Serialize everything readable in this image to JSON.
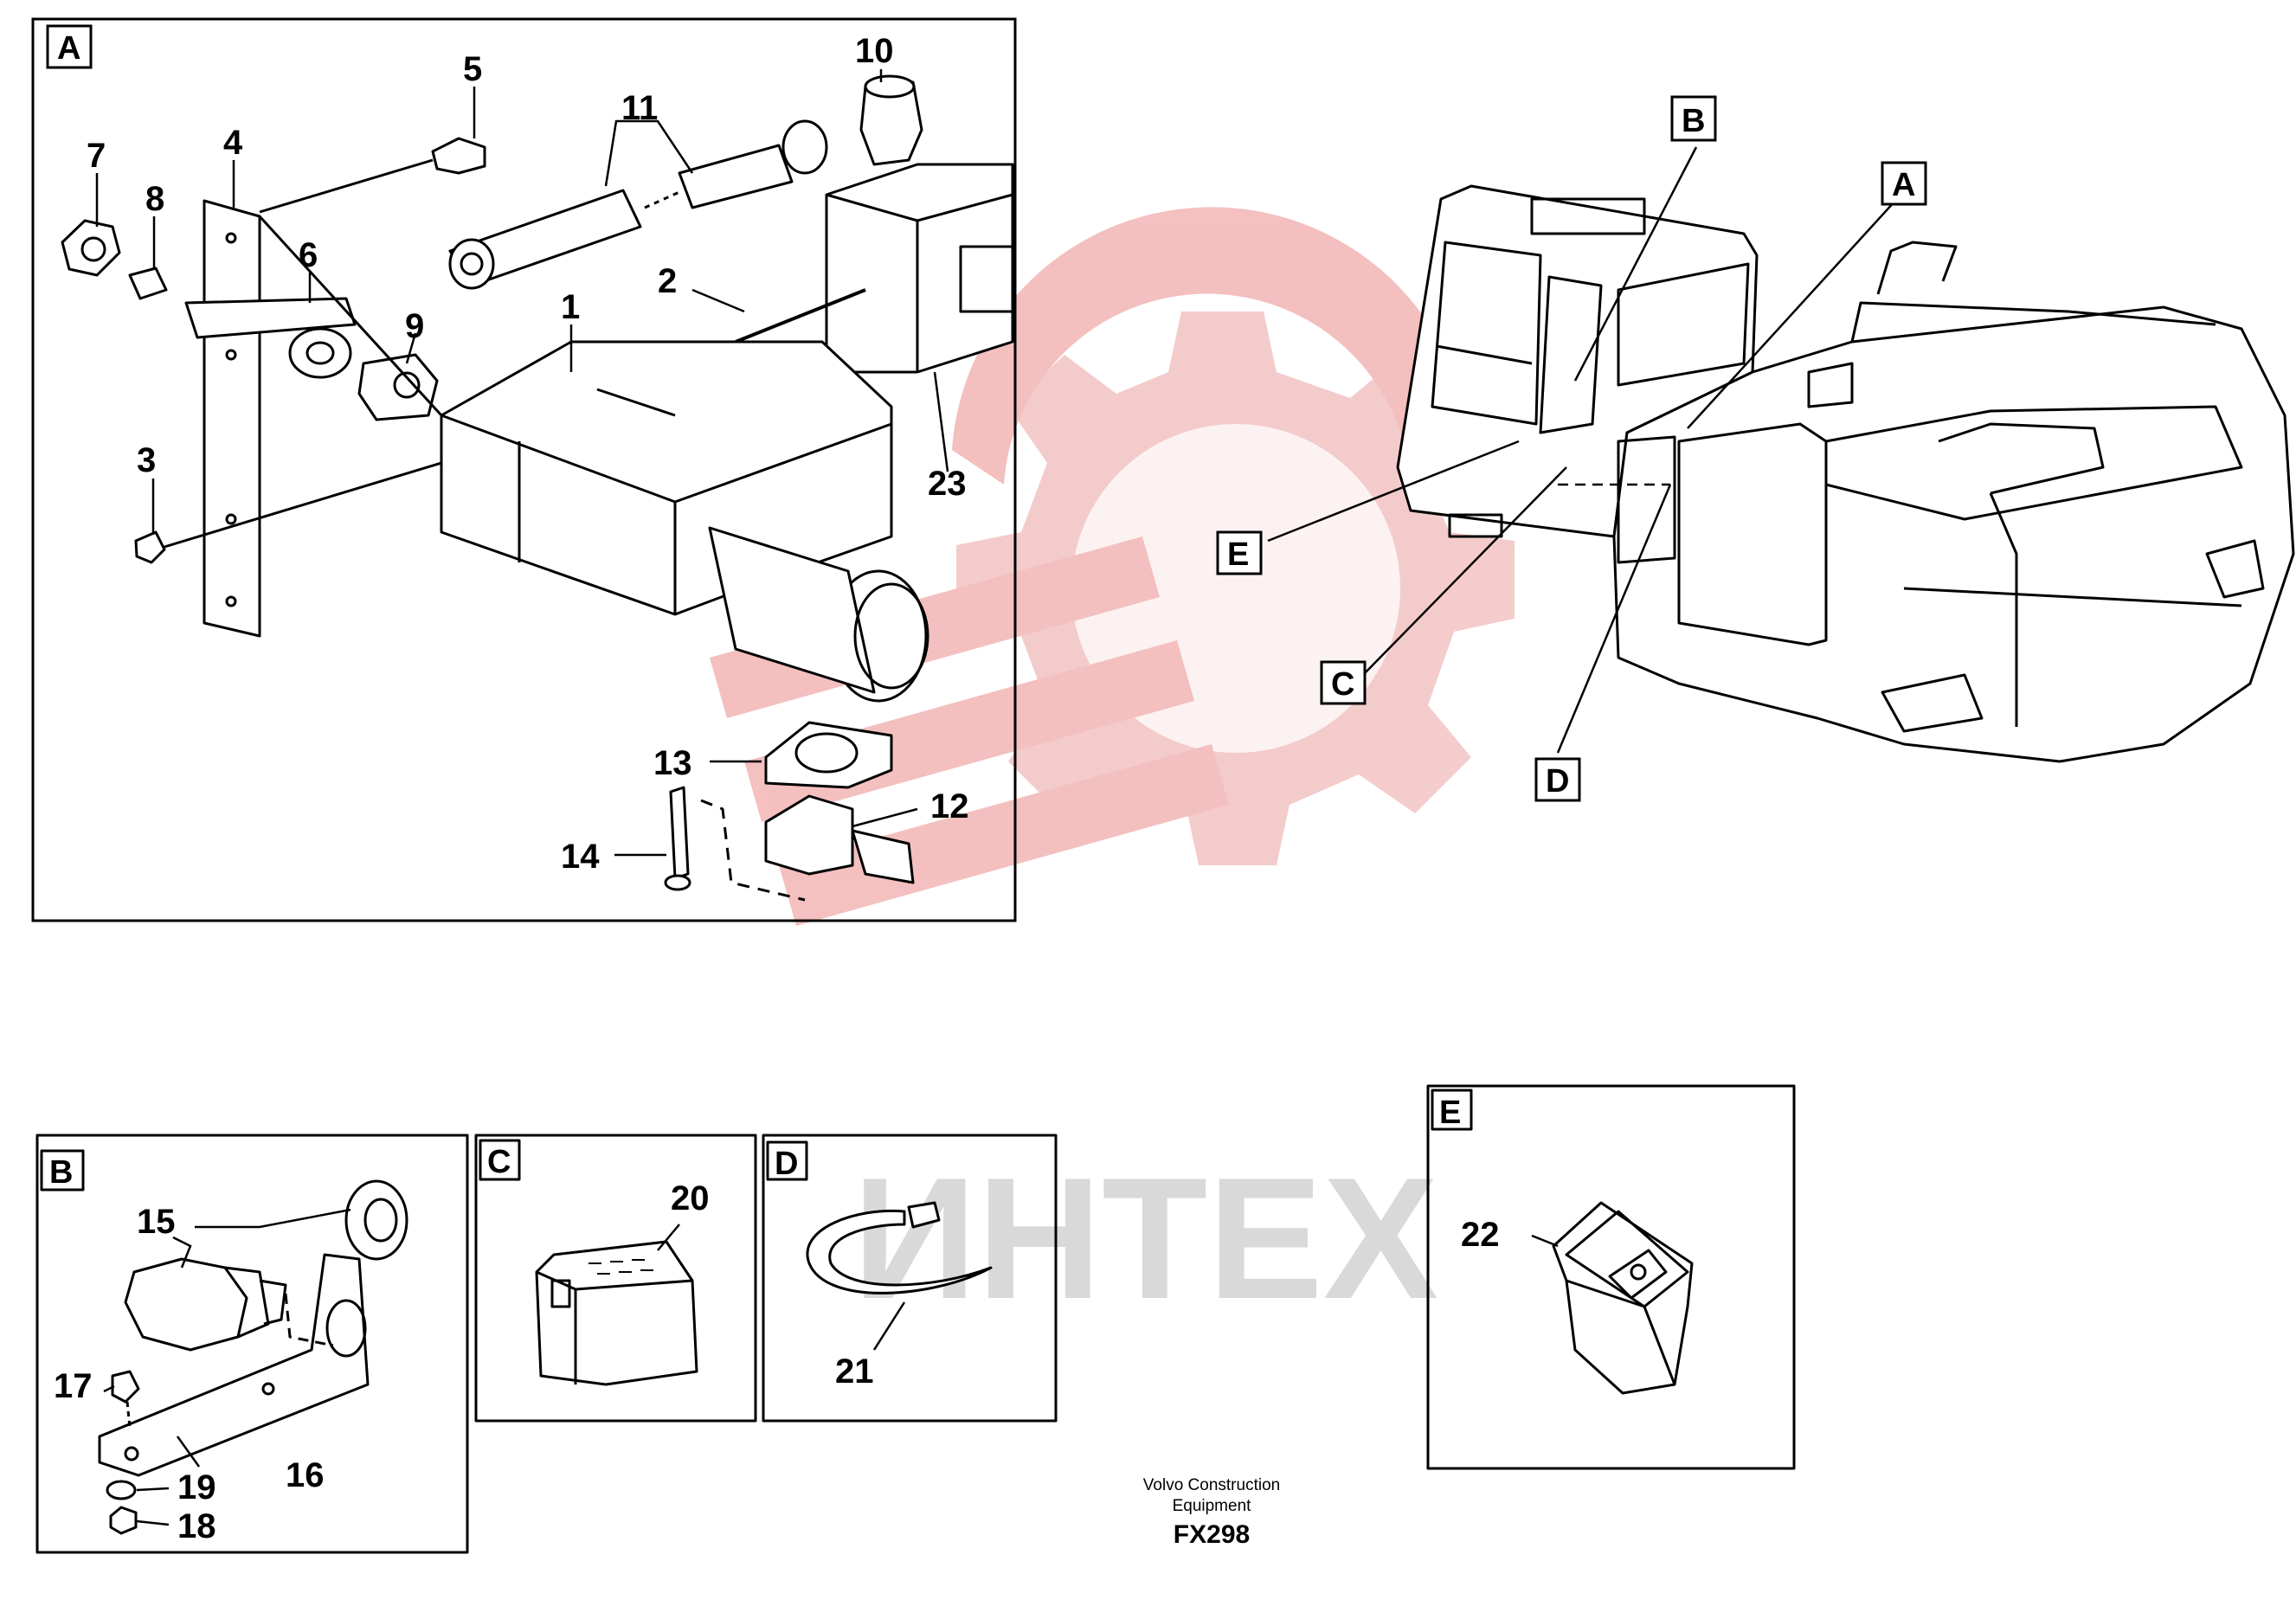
{
  "watermark": {
    "text": "ИНТЕХ",
    "gear_color": "#f2b5b5",
    "text_color": "#d9d9d9"
  },
  "panels": {
    "A": {
      "tag": "A",
      "callouts": [
        "1",
        "2",
        "3",
        "4",
        "5",
        "6",
        "7",
        "8",
        "9",
        "10",
        "11",
        "12",
        "13",
        "14",
        "23"
      ]
    },
    "B": {
      "tag": "B",
      "callouts": [
        "15",
        "16",
        "17",
        "18",
        "19"
      ]
    },
    "C": {
      "tag": "C",
      "callouts": [
        "20"
      ]
    },
    "D": {
      "tag": "D",
      "callouts": [
        "21"
      ]
    },
    "E": {
      "tag": "E",
      "callouts": [
        "22"
      ]
    }
  },
  "overview": {
    "tags": [
      "A",
      "B",
      "C",
      "D",
      "E"
    ]
  },
  "footer": {
    "line1": "Volvo Construction",
    "line2": "Equipment",
    "code": "FX298"
  }
}
